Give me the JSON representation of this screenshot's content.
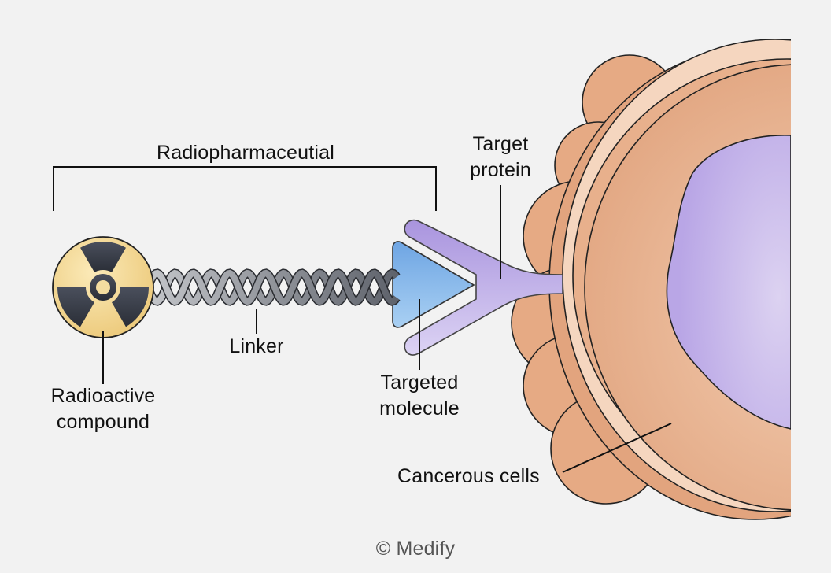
{
  "labels": {
    "bracket": "Radiopharmaceutial",
    "target_protein": [
      "Target",
      "protein"
    ],
    "linker": "Linker",
    "radioactive": [
      "Radioactive",
      "compound"
    ],
    "targeted_molecule": [
      "Targeted",
      "molecule"
    ],
    "cancerous_cells": "Cancerous cells"
  },
  "credit": "© Medify",
  "colors": {
    "background": "#f2f2f2",
    "cell": "#e2a47e",
    "cell_light": "#f5d6bf",
    "nucleus": "#c4b3e8",
    "radiation_yellow": "#f4d98f",
    "radiation_dark": "#3a3f4b",
    "linker_gray": "#8e9299",
    "molecule_blue": "#7fb2e8",
    "protein_purple": "#b7a6e4"
  }
}
